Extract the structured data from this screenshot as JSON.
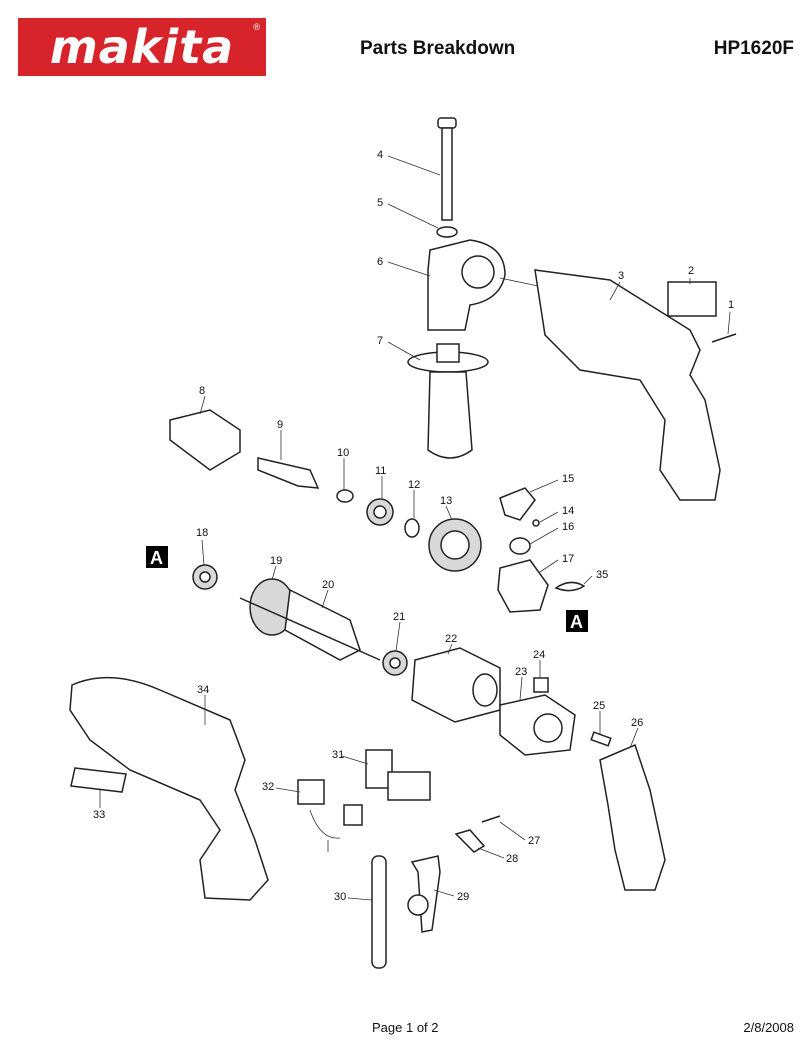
{
  "header": {
    "brand": "makita",
    "registered": "®",
    "title": "Parts Breakdown",
    "model": "HP1620F"
  },
  "footer": {
    "page": "Page 1 of 2",
    "date": "2/8/2008"
  },
  "parts": [
    {
      "num": "1"
    },
    {
      "num": "2"
    },
    {
      "num": "3"
    },
    {
      "num": "4"
    },
    {
      "num": "5"
    },
    {
      "num": "6"
    },
    {
      "num": "7"
    },
    {
      "num": "8"
    },
    {
      "num": "9"
    },
    {
      "num": "10"
    },
    {
      "num": "11"
    },
    {
      "num": "12"
    },
    {
      "num": "13"
    },
    {
      "num": "14"
    },
    {
      "num": "15"
    },
    {
      "num": "16"
    },
    {
      "num": "17"
    },
    {
      "num": "18"
    },
    {
      "num": "19"
    },
    {
      "num": "20"
    },
    {
      "num": "21"
    },
    {
      "num": "22"
    },
    {
      "num": "23"
    },
    {
      "num": "24"
    },
    {
      "num": "25"
    },
    {
      "num": "26"
    },
    {
      "num": "27"
    },
    {
      "num": "28"
    },
    {
      "num": "29"
    },
    {
      "num": "30"
    },
    {
      "num": "31"
    },
    {
      "num": "32"
    },
    {
      "num": "33"
    },
    {
      "num": "34"
    },
    {
      "num": "35"
    }
  ],
  "markers": [
    "A",
    "A"
  ],
  "colors": {
    "brand_red": "#d6242a"
  }
}
